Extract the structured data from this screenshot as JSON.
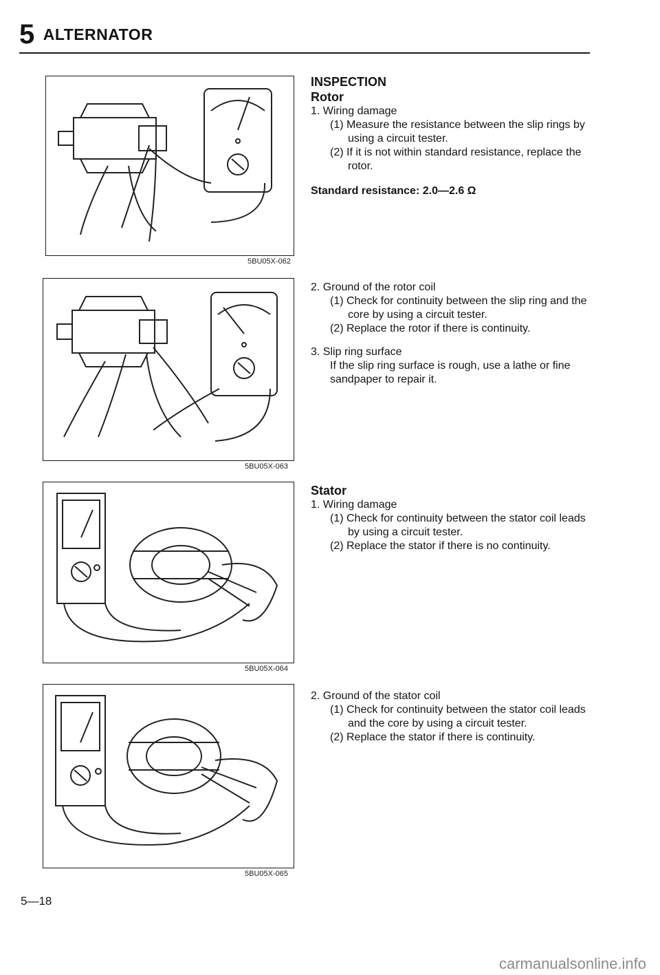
{
  "header": {
    "chapter_number": "5",
    "chapter_title": "ALTERNATOR"
  },
  "figures": [
    {
      "id": "5BU05X-062"
    },
    {
      "id": "5BU05X-063"
    },
    {
      "id": "5BU05X-064"
    },
    {
      "id": "5BU05X-065"
    }
  ],
  "inspection": {
    "heading": "INSPECTION",
    "rotor": {
      "heading": "Rotor",
      "wiring_title": "1. Wiring damage",
      "wiring_step1": "(1) Measure the resistance between the slip rings by using a circuit tester.",
      "wiring_step2": "(2) If it is not within standard resistance, replace the rotor.",
      "spec": "Standard resistance: 2.0—2.6 Ω",
      "ground_title": "2. Ground of the rotor coil",
      "ground_step1": "(1) Check for continuity between the slip ring and the core by using a circuit tester.",
      "ground_step2": "(2) Replace the rotor if there is continuity.",
      "slip_title": "3. Slip ring surface",
      "slip_text": "If the slip ring surface is rough, use a lathe or fine sandpaper to repair it."
    },
    "stator": {
      "heading": "Stator",
      "wiring_title": "1. Wiring damage",
      "wiring_step1": "(1) Check for continuity between the stator coil leads by using a circuit tester.",
      "wiring_step2": "(2) Replace the stator if there is no continuity.",
      "ground_title": "2. Ground of the stator coil",
      "ground_step1": "(1) Check for continuity between the stator coil leads and the core by using a circuit tester.",
      "ground_step2": "(2) Replace the stator if there is continuity."
    }
  },
  "page_number": "5—18",
  "watermark": "carmanualsonline.info"
}
